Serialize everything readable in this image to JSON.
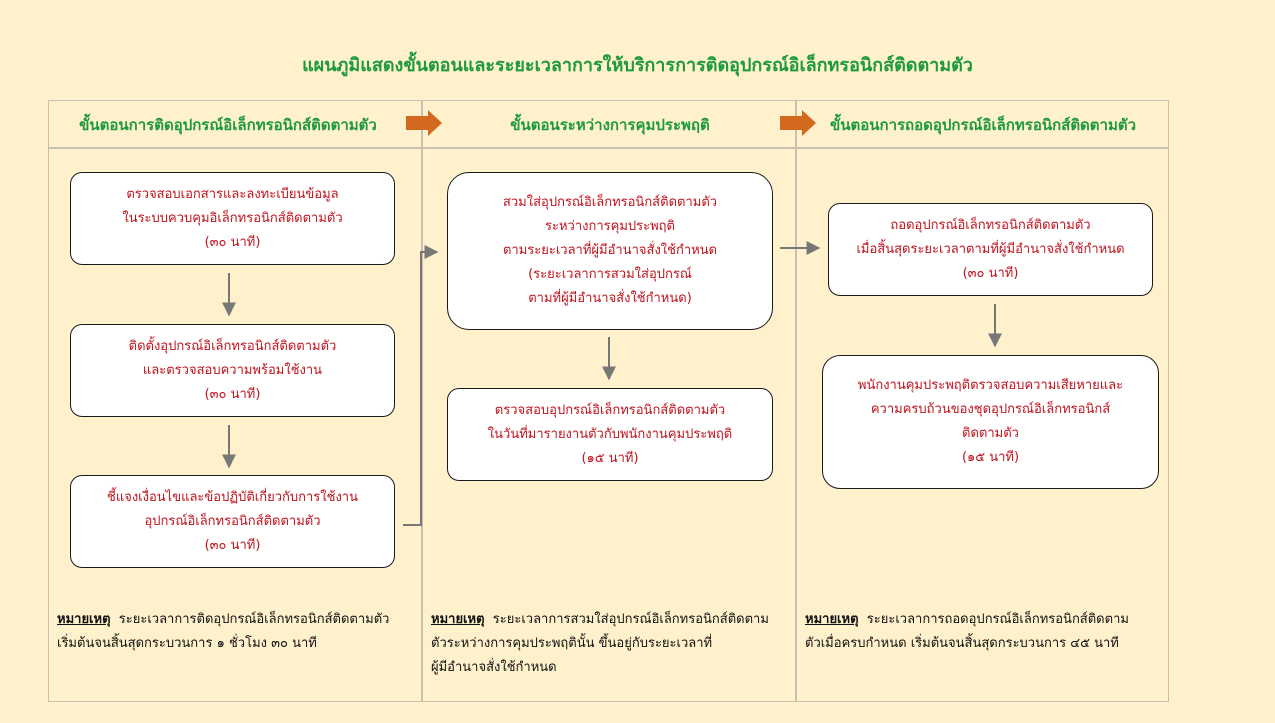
{
  "title": "แผนภูมิแสดงขั้นตอนและระยะเวลาการให้บริการการติดอุปกรณ์อิเล็กทรอนิกส์ติดตามตัว",
  "columns": [
    {
      "header": "ขั้นตอนการติดอุปกรณ์อิเล็กทรอนิกส์ติดตามตัว"
    },
    {
      "header": "ขั้นตอนระหว่างการคุมประพฤติ"
    },
    {
      "header": "ขั้นตอนการถอดอุปกรณ์อิเล็กทรอนิกส์ติดตามตัว"
    }
  ],
  "boxes": {
    "c1b1": [
      "ตรวจสอบเอกสารและลงทะเบียนข้อมูล",
      "ในระบบควบคุมอิเล็กทรอนิกส์ติดตามตัว",
      "(๓๐ นาที)"
    ],
    "c1b2": [
      "ติดตั้งอุปกรณ์อิเล็กทรอนิกส์ติดตามตัว",
      "และตรวจสอบความพร้อมใช้งาน",
      "(๓๐ นาที)"
    ],
    "c1b3": [
      "ชี้แจงเงื่อนไขและข้อปฏิบัติเกี่ยวกับการใช้งาน",
      "อุปกรณ์อิเล็กทรอนิกส์ติดตามตัว",
      "(๓๐ นาที)"
    ],
    "c2b1": [
      "สวมใส่อุปกรณ์อิเล็กทรอนิกส์ติดตามตัว",
      "ระหว่างการคุมประพฤติ",
      "ตามระยะเวลาที่ผู้มีอำนาจสั่งใช้กำหนด",
      "(ระยะเวลาการสวมใส่อุปกรณ์",
      "ตามที่ผู้มีอำนาจสั่งใช้กำหนด)"
    ],
    "c2b2": [
      "ตรวจสอบอุปกรณ์อิเล็กทรอนิกส์ติดตามตัว",
      "ในวันที่มารายงานตัวกับพนักงานคุมประพฤติ",
      "(๑๕ นาที)"
    ],
    "c3b1": [
      "ถอดอุปกรณ์อิเล็กทรอนิกส์ติดตามตัว",
      "เมื่อสิ้นสุดระยะเวลาตามที่ผู้มีอำนาจสั่งใช้กำหนด",
      "(๓๐ นาที)"
    ],
    "c3b2": [
      "พนักงานคุมประพฤติตรวจสอบความเสียหายและ",
      "ความครบถ้วนของชุดอุปกรณ์อิเล็กทรอนิกส์",
      "ติดตามตัว",
      "(๑๕ นาที)"
    ]
  },
  "notes": {
    "label": "หมายเหตุ",
    "c1": [
      "ระยะเวลาการติดอุปกรณ์อิเล็กทรอนิกส์ติดตามตัว",
      "เริ่มต้นจนสิ้นสุดกระบวนการ ๑ ชั่วโมง ๓๐ นาที"
    ],
    "c2": [
      "ระยะเวลาการสวมใส่อุปกรณ์อิเล็กทรอนิกส์ติดตาม",
      "ตัวระหว่างการคุมประพฤตินั้น ขึ้นอยู่กับระยะเวลาที่",
      "ผู้มีอำนาจสั่งใช้กำหนด"
    ],
    "c3": [
      "ระยะเวลาการถอดอุปกรณ์อิเล็กทรอนิกส์ติดตาม",
      "ตัวเมื่อครบกำหนด เริ่มต้นจนสิ้นสุดกระบวนการ ๔๕ นาที"
    ]
  },
  "colors": {
    "title": "#1d9a3c",
    "box_text": "#c0131d",
    "header_arrow": "#d2691e",
    "connector": "#777777",
    "background": "#fff1cc"
  }
}
